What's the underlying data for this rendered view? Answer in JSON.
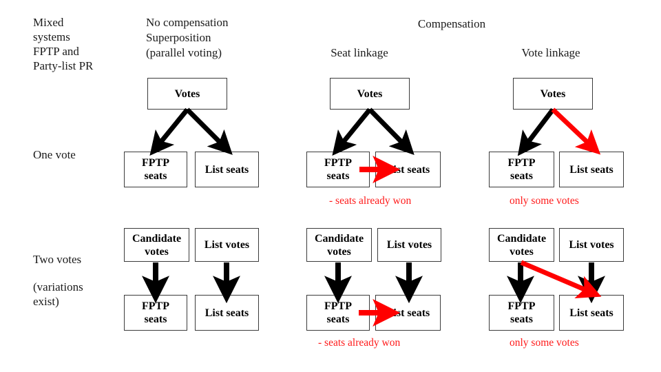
{
  "title_block": {
    "text": "Mixed\nsystems\nFPTP and\nParty-list PR"
  },
  "headers": {
    "col1": "No compensation\nSuperposition\n(parallel voting)",
    "compensation": "Compensation",
    "col2": "Seat linkage",
    "col3": "Vote linkage"
  },
  "row_labels": {
    "one_vote": "One vote",
    "two_votes": "Two votes",
    "two_votes_note": "(variations\nexist)"
  },
  "boxes": {
    "votes": "Votes",
    "fptp_seats": "FPTP\nseats",
    "list_seats": "List seats",
    "candidate_votes": "Candidate\nvotes",
    "list_votes": "List votes"
  },
  "captions": {
    "seats_already_won": "- seats already won",
    "only_some_votes": "only some votes"
  },
  "colors": {
    "red": "#ff0000",
    "black": "#000000",
    "box_border": "#3a3a3a",
    "text": "#1a1a1a"
  }
}
